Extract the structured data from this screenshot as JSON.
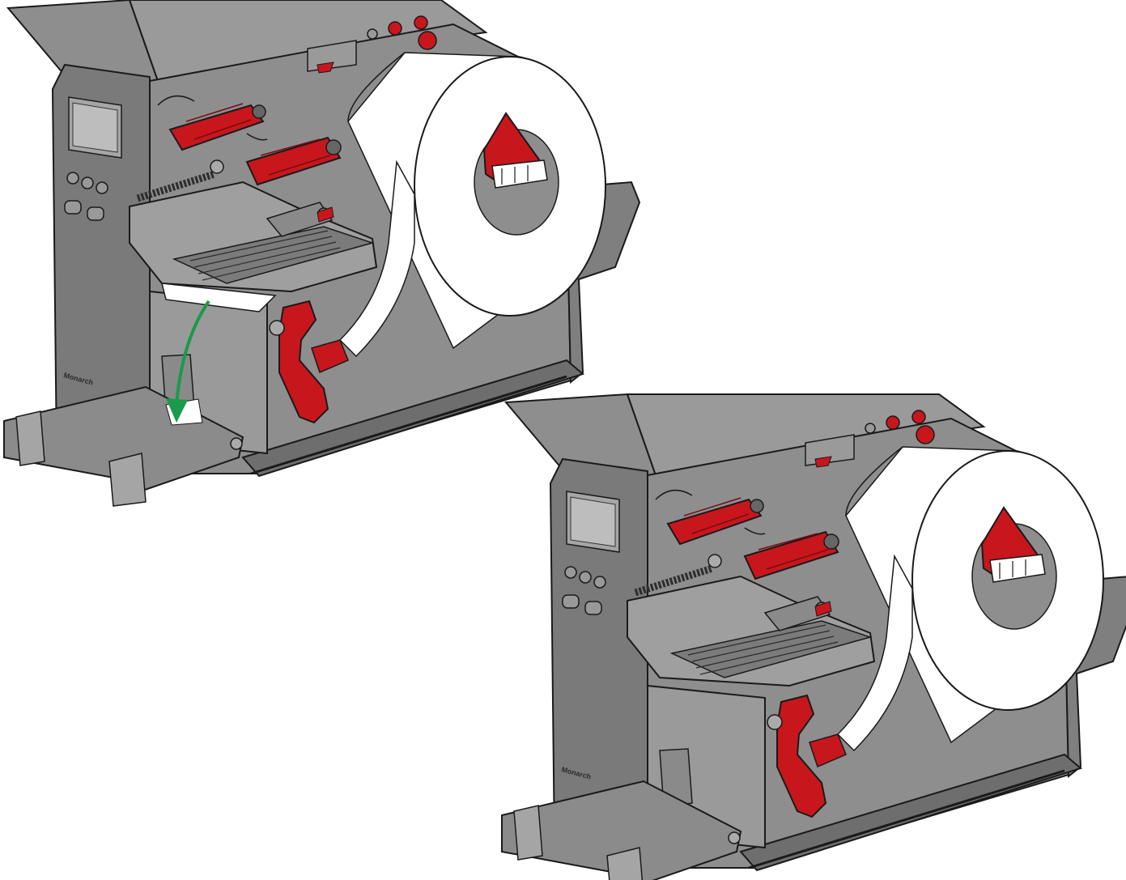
{
  "figure": {
    "brand_label_upper": "Monarch",
    "brand_label_lower": "Monarch"
  },
  "colors": {
    "body_gray": "#8e8e8e",
    "dark_gray": "#5e5e5e",
    "outline": "#1a1a1a",
    "red_part": "#c8161d",
    "paper": "#ffffff",
    "arrow_green": "#1a9a4a"
  },
  "views": [
    {
      "name": "upper-left-view",
      "state": "media-being-routed",
      "shows_arrow": true
    },
    {
      "name": "lower-right-view",
      "state": "media-loaded",
      "shows_arrow": false
    }
  ]
}
